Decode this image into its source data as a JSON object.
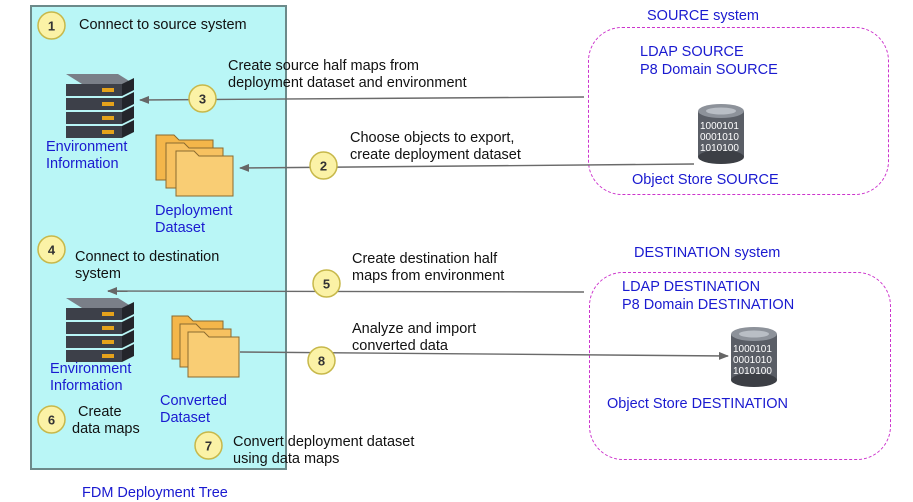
{
  "diagram": {
    "fdm_tree_label": "FDM Deployment Tree",
    "source": {
      "system_title": "SOURCE system",
      "ldap": "LDAP SOURCE",
      "p8_domain": "P8 Domain SOURCE",
      "object_store": "Object Store SOURCE"
    },
    "destination": {
      "system_title": "DESTINATION system",
      "ldap": "LDAP DESTINATION",
      "p8_domain": "P8 Domain DESTINATION",
      "object_store": "Object Store DESTINATION"
    },
    "env_info_top": [
      "Environment",
      "Information"
    ],
    "env_info_bottom": [
      "Environment",
      "Information"
    ],
    "deployment_dataset": [
      "Deployment",
      "Dataset"
    ],
    "converted_dataset": [
      "Converted",
      "Dataset"
    ],
    "db_icon_text": [
      "1000101",
      "0001010",
      "1010100"
    ],
    "steps": [
      {
        "num": "1",
        "lines": [
          "Connect to source system"
        ]
      },
      {
        "num": "2",
        "lines": [
          "Choose objects to export,",
          "create deployment dataset"
        ]
      },
      {
        "num": "3",
        "lines": [
          "Create source half maps from",
          "deployment dataset and environment"
        ]
      },
      {
        "num": "4",
        "lines": [
          "Connect to destination",
          "system"
        ]
      },
      {
        "num": "5",
        "lines": [
          "Create destination half",
          "maps from environment"
        ]
      },
      {
        "num": "6",
        "lines": [
          "Create",
          "data maps"
        ]
      },
      {
        "num": "7",
        "lines": [
          "Convert deployment dataset",
          "using data maps"
        ]
      },
      {
        "num": "8",
        "lines": [
          "Analyze and import",
          "converted data"
        ]
      }
    ]
  }
}
